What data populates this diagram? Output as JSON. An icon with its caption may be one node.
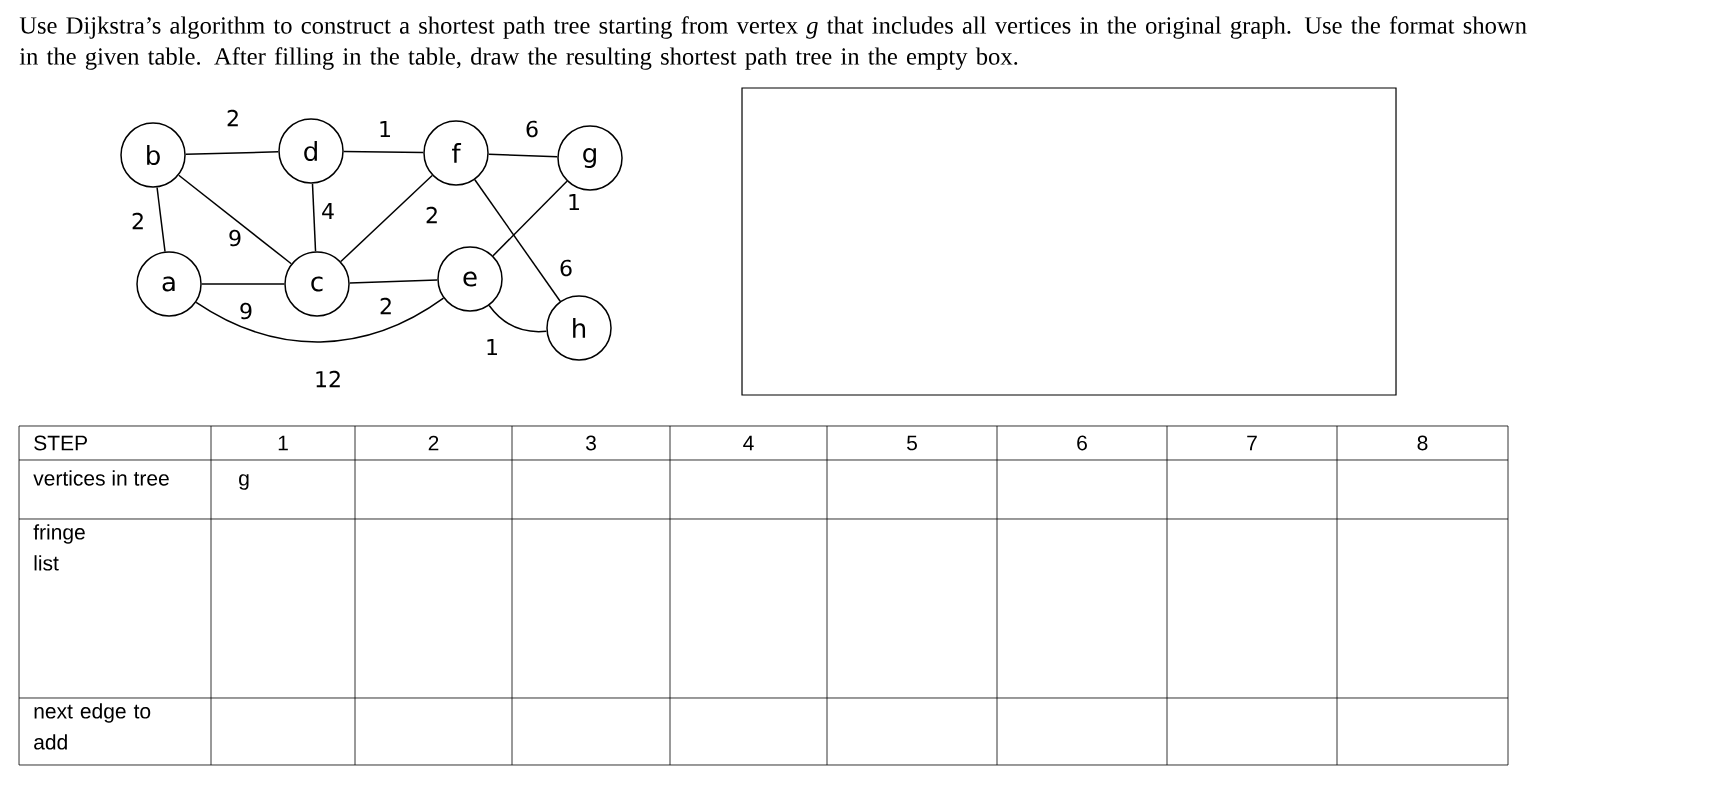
{
  "diagram": {
    "title": "Use Dijkstra’s algorithm to construct a shortest path tree starting from vertex *g* that includes all vertices in the original graph. Use the format shown in the given table. After filling in the table, draw the resulting shortest path tree in the empty box.",
    "nodes": [
      {
        "text": [
          "b"
        ]
      },
      {
        "text": [
          "d"
        ]
      },
      {
        "text": [
          "f"
        ]
      },
      {
        "text": [
          "g"
        ]
      },
      {
        "text": [
          "a"
        ]
      },
      {
        "text": [
          "c"
        ]
      },
      {
        "text": [
          "e"
        ]
      },
      {
        "text": [
          "h"
        ]
      },
      {
        "text": [],
        "shape": "box"
      }
    ],
    "edges": [
      {
        "from": 0,
        "to": 1,
        "arrow": "none",
        "label": "2"
      },
      {
        "from": 1,
        "to": 2,
        "arrow": "none",
        "label": "1"
      },
      {
        "from": 2,
        "to": 3,
        "arrow": "none",
        "label": "6"
      },
      {
        "from": 0,
        "to": 4,
        "arrow": "none",
        "label": "2"
      },
      {
        "from": 0,
        "to": 5,
        "arrow": "none",
        "label": "9"
      },
      {
        "from": 1,
        "to": 5,
        "arrow": "none",
        "label": "4"
      },
      {
        "from": 5,
        "to": 2,
        "arrow": "none",
        "label": "2"
      },
      {
        "from": 3,
        "to": 6,
        "arrow": "none",
        "label": "1"
      },
      {
        "from": 2,
        "to": 7,
        "arrow": "none",
        "label": "6"
      },
      {
        "from": 4,
        "to": 5,
        "arrow": "none",
        "label": "9"
      },
      {
        "from": 5,
        "to": 6,
        "arrow": "none",
        "label": "2"
      },
      {
        "from": 6,
        "to": 7,
        "arrow": "none",
        "label": "1"
      },
      {
        "from": 4,
        "to": 6,
        "arrow": "none",
        "label": "12"
      }
    ],
    "labels": [
      "STEP",
      "1",
      "2",
      "3",
      "4",
      "5",
      "6",
      "7",
      "8",
      "vertices  in tree",
      "g",
      "fringe list",
      "next edge to add"
    ]
  }
}
